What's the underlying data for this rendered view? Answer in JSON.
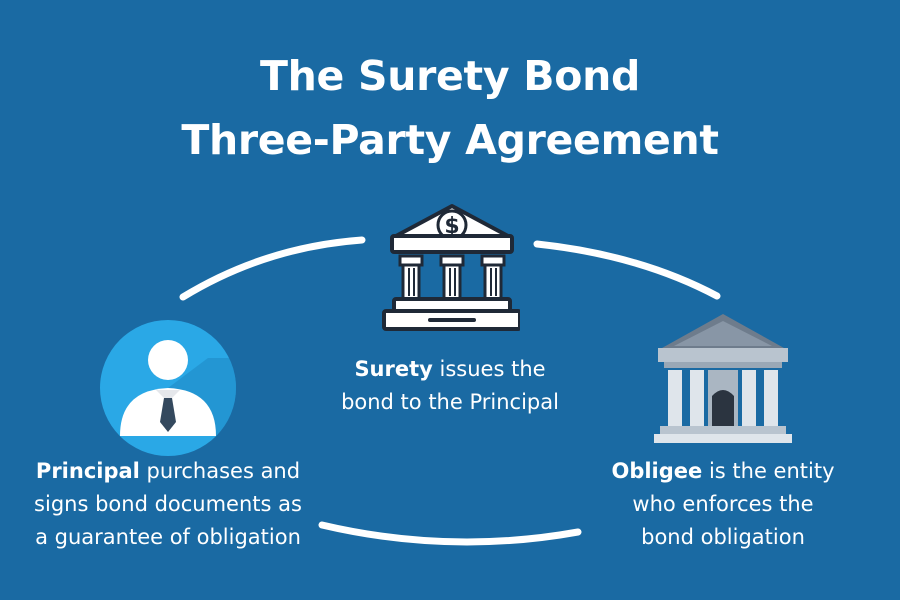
{
  "title": {
    "line1": "The Surety Bond",
    "line2": "Three-Party Agreement"
  },
  "surety": {
    "icon": "bank-dollar-icon",
    "name": "Surety",
    "line1_rest": " issues the",
    "line2": "bond to the Principal"
  },
  "principal": {
    "icon": "person-tie-avatar-icon",
    "name": "Principal",
    "line1_rest": " purchases and",
    "line2": "signs bond documents as",
    "line3": "a guarantee of obligation"
  },
  "obligee": {
    "icon": "government-building-icon",
    "name": "Obligee",
    "line1_rest": " is the entity",
    "line2": "who enforces the",
    "line3": "bond obligation"
  },
  "colors": {
    "background": "#1a6aa3",
    "text": "#ffffff",
    "avatar_circle": "#2aa8e6",
    "building_gray": "#b9c4cf"
  }
}
